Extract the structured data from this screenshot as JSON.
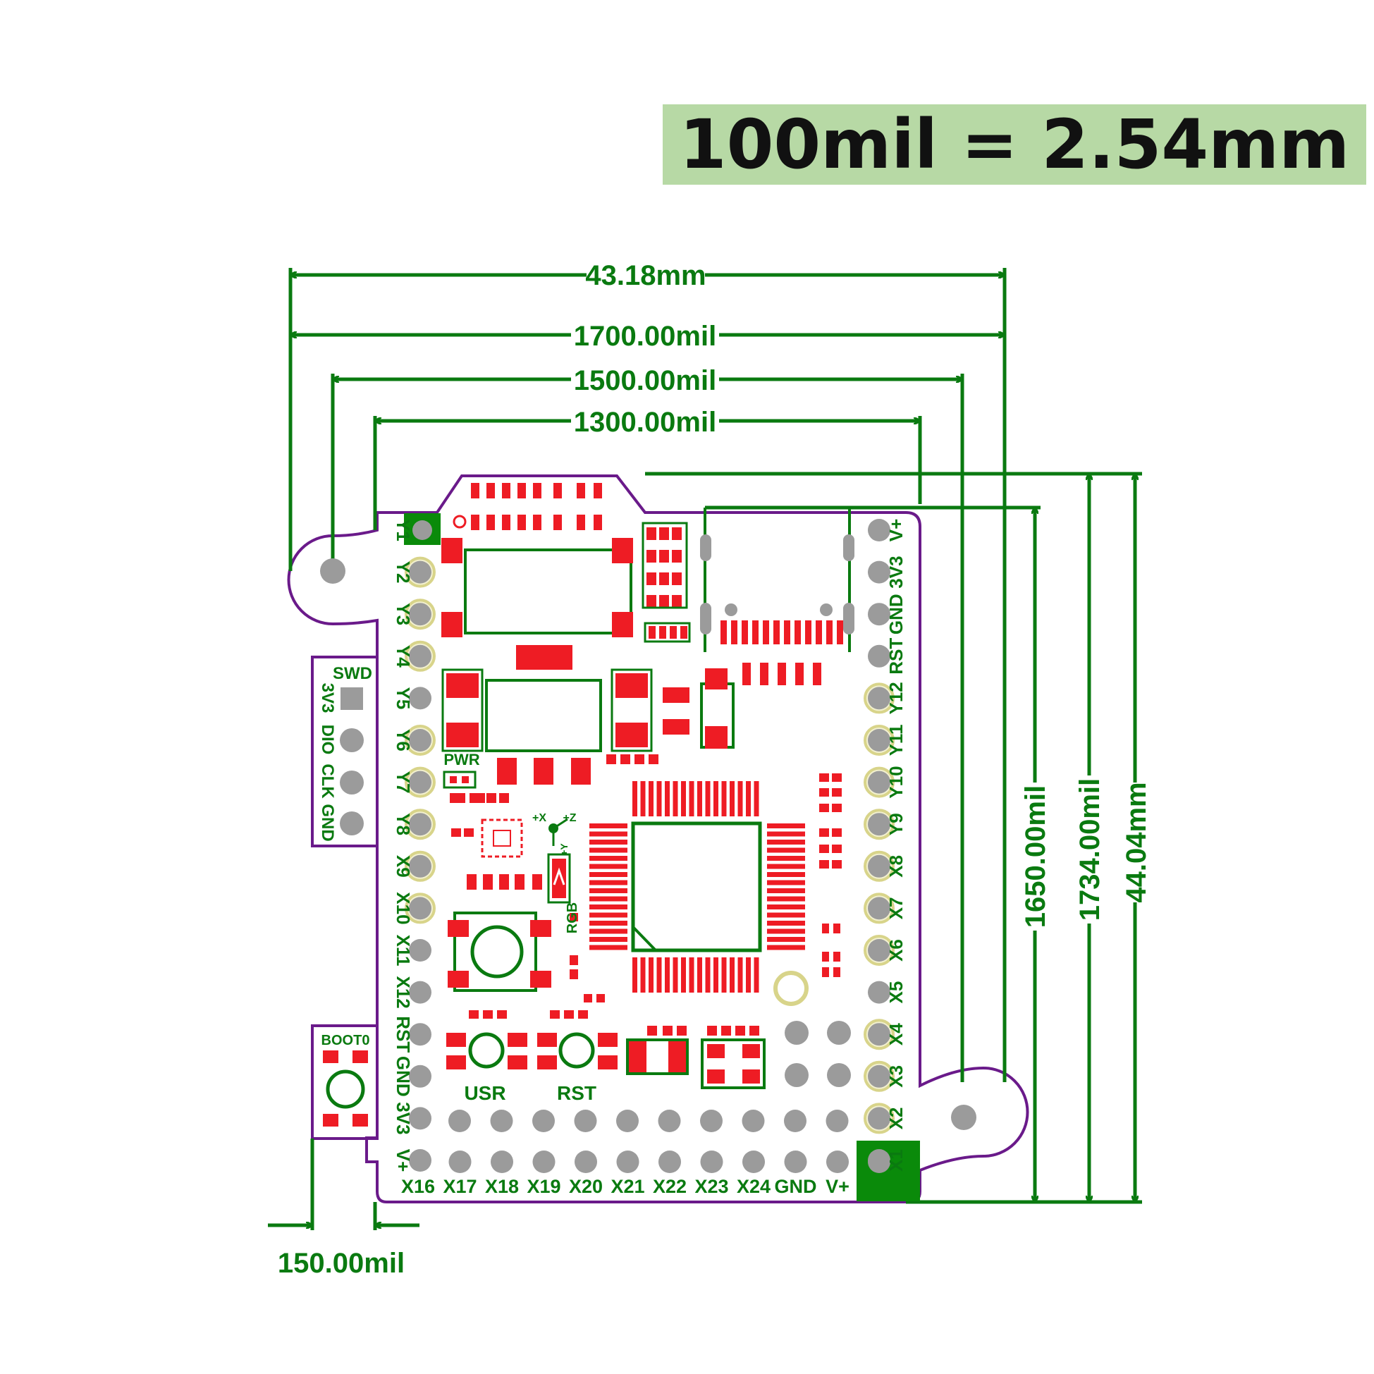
{
  "banner": {
    "text": "100mil = 2.54mm",
    "bg_color": "#b7d9a5"
  },
  "colors": {
    "dimension": "#0a7a10",
    "outline": "#6a1a8a",
    "pad_red": "#ee1c24",
    "hole_gray": "#9b9b9b",
    "ring_cream": "#f2f0d0"
  },
  "dimensions": {
    "width_mm": "43.18mm",
    "width_mil": "1700.00mil",
    "hole_span_mil": "1500.00mil",
    "header_span_mil": "1300.00mil",
    "height_header_mil": "1650.00mil",
    "height_total_mil": "1734.00mil",
    "height_mm": "44.04mm",
    "offset_mil": "150.00mil"
  },
  "left_pins": [
    "Y1",
    "Y2",
    "Y3",
    "Y4",
    "Y5",
    "Y6",
    "Y7",
    "Y8",
    "X9",
    "X10",
    "X11",
    "X12",
    "RST",
    "GND",
    "3V3",
    "V+"
  ],
  "right_pins": [
    "V+",
    "3V3",
    "GND",
    "RST",
    "Y12",
    "Y11",
    "Y10",
    "Y9",
    "X8",
    "X7",
    "X6",
    "X5",
    "X4",
    "X3",
    "X2",
    "X1"
  ],
  "bottom_pins": [
    "X16",
    "X17",
    "X18",
    "X19",
    "X20",
    "X21",
    "X22",
    "X23",
    "X24",
    "GND",
    "V+"
  ],
  "swd": {
    "title": "SWD",
    "pins": [
      "3V3",
      "DIO",
      "CLK",
      "GND"
    ]
  },
  "boot_label": "BOOT0",
  "board_labels": {
    "pwr": "PWR",
    "usr": "USR",
    "rst": "RST",
    "rgb": "RGB",
    "axis_x": "+X",
    "axis_z": "+Z",
    "axis_y": "+Y"
  }
}
